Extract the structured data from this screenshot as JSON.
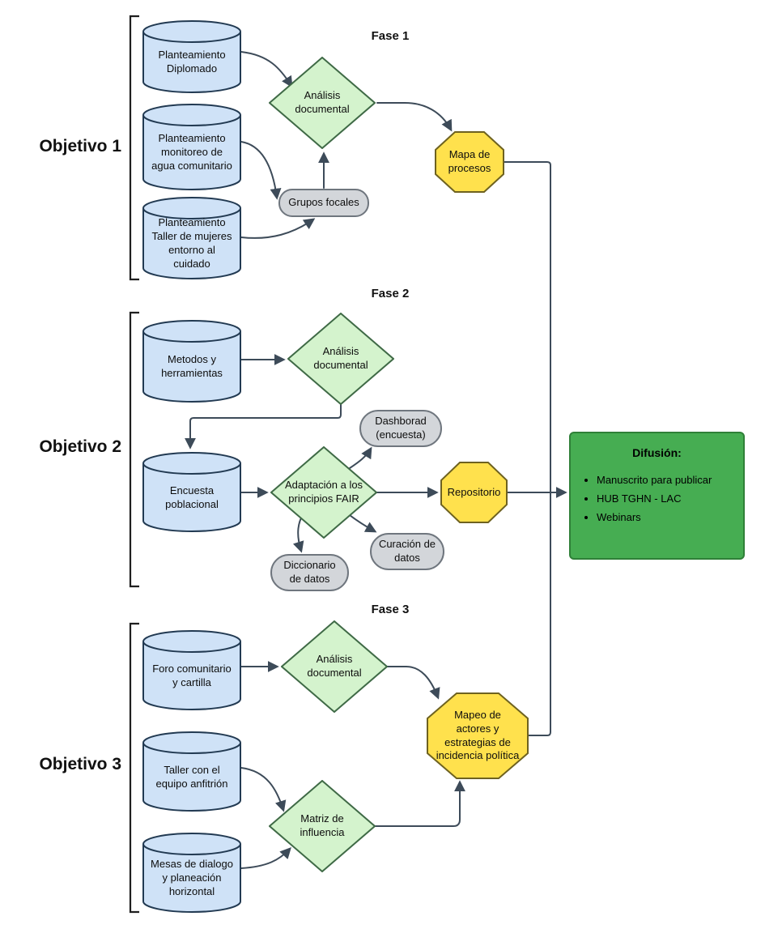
{
  "phases": {
    "fase1": "Fase 1",
    "fase2": "Fase 2",
    "fase3": "Fase 3"
  },
  "objectives": {
    "obj1": "Objetivo 1",
    "obj2": "Objetivo 2",
    "obj3": "Objetivo 3"
  },
  "nodes": {
    "planteamiento_diplomado": "Planteamiento Diplomado",
    "planteamiento_monitoreo": "Planteamiento monitoreo de agua comunitario",
    "planteamiento_taller": "Planteamiento Taller de mujeres entorno al cuidado",
    "analisis_documental_1": "Análisis documental",
    "grupos_focales": "Grupos focales",
    "mapa_procesos": "Mapa de procesos",
    "metodos_herramientas": "Metodos y herramientas",
    "analisis_documental_2": "Análisis documental",
    "encuesta_poblacional": "Encuesta poblacional",
    "adaptacion_fair": "Adaptación a los principios FAIR",
    "dashborad_encuesta": "Dashborad (encuesta)",
    "curacion_datos": "Curación de datos",
    "diccionario_datos": "Diccionario de datos",
    "repositorio": "Repositorio",
    "foro_comunitario": "Foro comunitario y cartilla",
    "analisis_documental_3": "Análisis documental",
    "taller_equipo": "Taller con el equipo anfitrión",
    "mesas_dialogo": "Mesas de dialogo y planeación horizontal",
    "matriz_influencia": "Matriz de influencia",
    "mapeo_actores": "Mapeo de actores y estrategias de incidencia política"
  },
  "difusion": {
    "title": "Difusión:",
    "items": [
      "Manuscrito para publicar",
      "HUB TGHN - LAC",
      "Webinars"
    ]
  },
  "colors": {
    "cylinder_fill": "#cfe2f7",
    "cylinder_stroke": "#223a52",
    "diamond_fill": "#d4f3cd",
    "diamond_stroke": "#3f6a46",
    "pill_fill": "#d3d6da",
    "octagon_fill": "#ffe14d",
    "octagon_stroke": "#6e6220",
    "difusion_fill": "#46ad52",
    "arrow": "#3d4b59"
  }
}
